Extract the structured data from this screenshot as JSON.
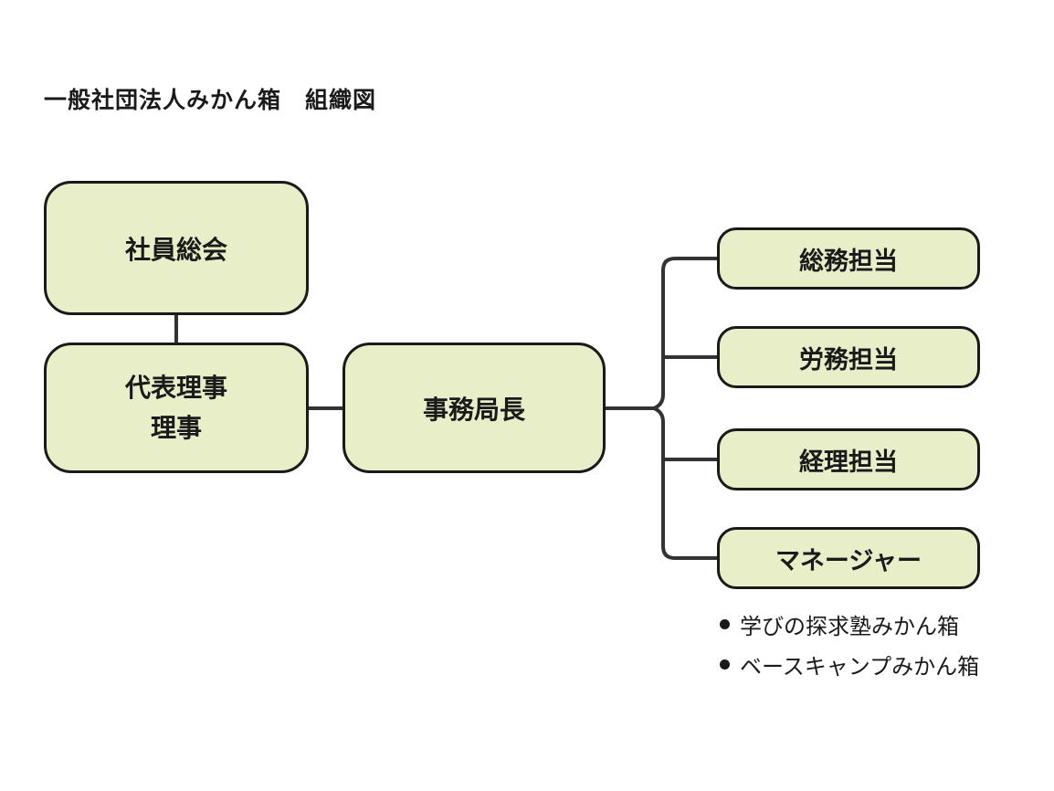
{
  "title": "一般社団法人みかん箱　組織図",
  "colors": {
    "background": "#ffffff",
    "box_fill": "#e8eec8",
    "box_border": "#1a1a1a",
    "connector": "#333333",
    "text": "#1a1a1a"
  },
  "nodes": {
    "general_meeting": {
      "label": "社員総会"
    },
    "directors": {
      "line1": "代表理事",
      "line2": "理事"
    },
    "secretary_general": {
      "label": "事務局長"
    },
    "departments": [
      {
        "label": "総務担当"
      },
      {
        "label": "労務担当"
      },
      {
        "label": "経理担当"
      },
      {
        "label": "マネージャー"
      }
    ]
  },
  "manager_notes": [
    "学びの探求塾みかん箱",
    "ベースキャンプみかん箱"
  ]
}
